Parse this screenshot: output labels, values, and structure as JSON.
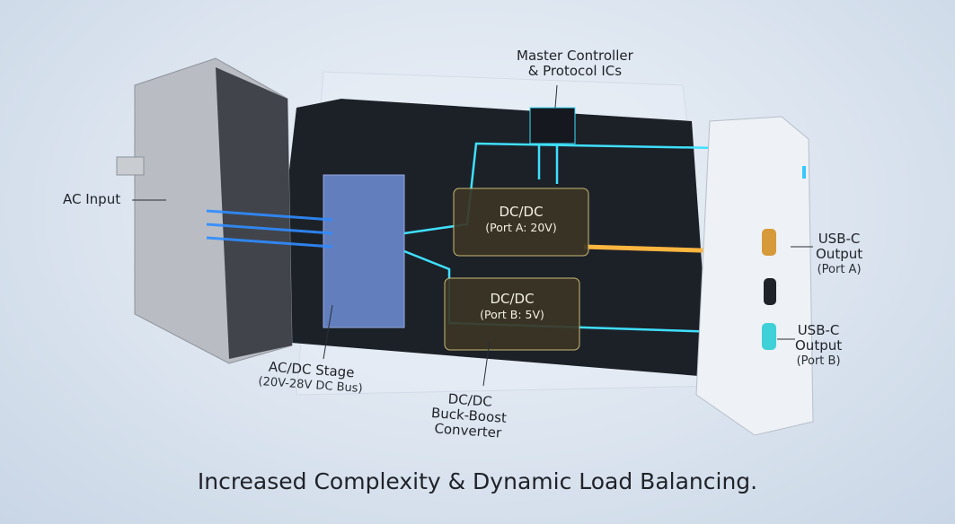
{
  "labels": {
    "master": {
      "line1": "Master Controller",
      "line2": "& Protocol ICs"
    },
    "ac_input": "AC Input",
    "dcdc_a": {
      "title": "DC/DC",
      "sub": "(Port A: 20V)"
    },
    "dcdc_b": {
      "title": "DC/DC",
      "sub": "(Port B: 5V)"
    },
    "usbc_a": {
      "line1": "USB-C",
      "line2": "Output",
      "line3": "(Port A)"
    },
    "usbc_b": {
      "line1": "USB-C",
      "line2": "Output",
      "line3": "(Port B)"
    },
    "acdc": {
      "line1": "AC/DC Stage",
      "line2": "(20V-28V DC Bus)"
    },
    "buckboost": {
      "line1": "DC/DC",
      "line2": "Buck-Boost",
      "line3": "Converter"
    }
  },
  "caption": "Increased Complexity & Dynamic Load Balancing.",
  "colors": {
    "flow_blue": "#2f8cff",
    "flow_cyan": "#3fe0ff",
    "flow_orange": "#ffb640",
    "pcb": "#1c2128"
  }
}
